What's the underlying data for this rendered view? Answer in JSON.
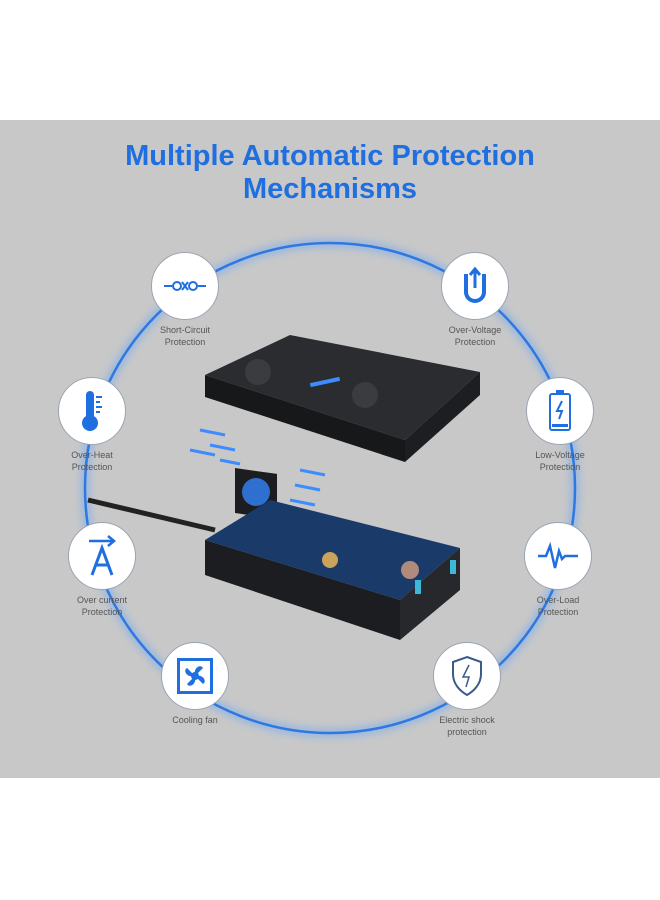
{
  "title_line1": "Multiple Automatic Protection",
  "title_line2": "Mechanisms",
  "accent_color": "#1f6fe0",
  "features": [
    {
      "icon": "short-circuit-icon",
      "line1": "Short-Circuit",
      "line2": "Protection"
    },
    {
      "icon": "over-voltage-icon",
      "line1": "Over-Voltage",
      "line2": "Protection"
    },
    {
      "icon": "thermometer-icon",
      "line1": "Over-Heat",
      "line2": "Protection"
    },
    {
      "icon": "battery-icon",
      "line1": "Low-Voltage",
      "line2": "Protection"
    },
    {
      "icon": "ampere-icon",
      "line1": "Over current",
      "line2": "Protection"
    },
    {
      "icon": "waveform-icon",
      "line1": "Over-Load",
      "line2": "Protection"
    },
    {
      "icon": "fan-icon",
      "line1": "Cooling fan",
      "line2": ""
    },
    {
      "icon": "shield-lightning-icon",
      "line1": "Electric shock",
      "line2": "protection"
    }
  ]
}
